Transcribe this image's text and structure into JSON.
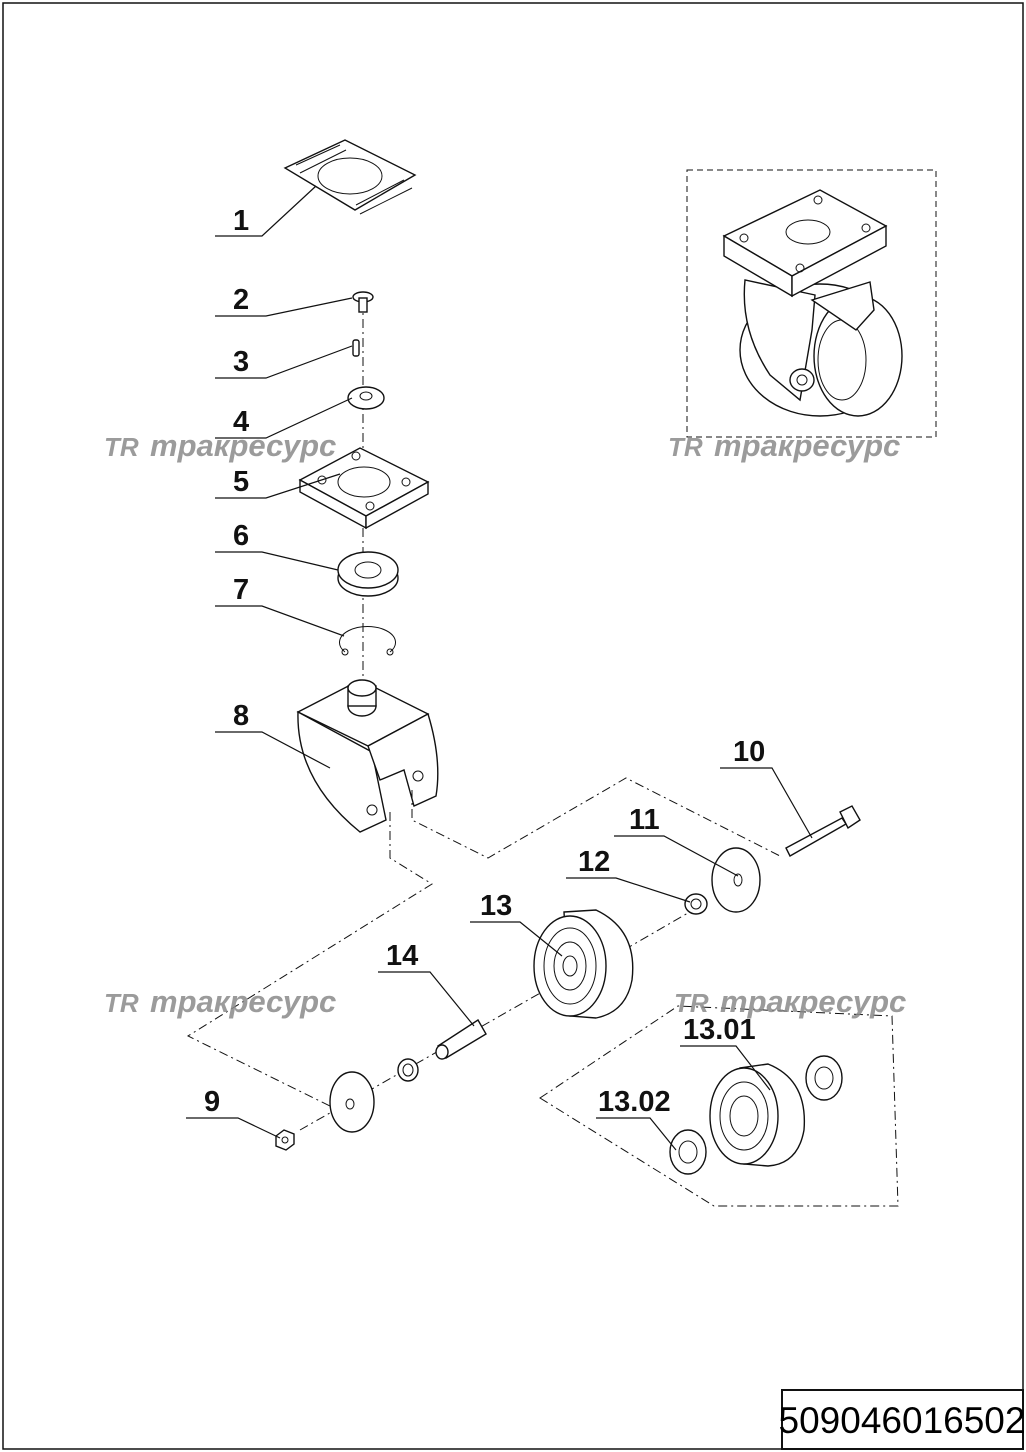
{
  "callouts": [
    {
      "label": "1"
    },
    {
      "label": "2"
    },
    {
      "label": "3"
    },
    {
      "label": "4"
    },
    {
      "label": "5"
    },
    {
      "label": "6"
    },
    {
      "label": "7"
    },
    {
      "label": "8"
    },
    {
      "label": "9"
    },
    {
      "label": "10"
    },
    {
      "label": "11"
    },
    {
      "label": "12"
    },
    {
      "label": "13"
    },
    {
      "label": "14"
    },
    {
      "label": "13.01"
    },
    {
      "label": "13.02"
    }
  ],
  "watermark": {
    "logo": "TR",
    "text": "тракресурс"
  },
  "document_number": "509046016502"
}
